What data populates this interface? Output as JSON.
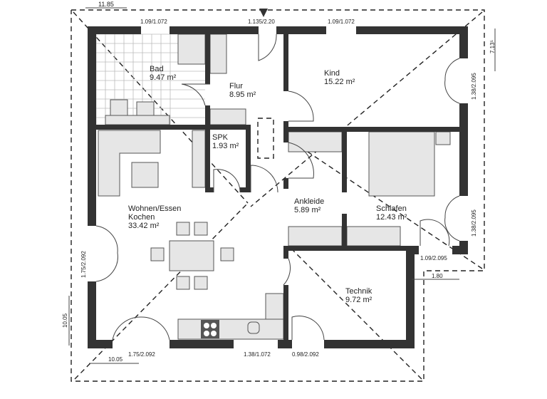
{
  "rooms": [
    {
      "name": "Bad",
      "area": "9.47 m²"
    },
    {
      "name": "Flur",
      "area": "8.95 m²"
    },
    {
      "name": "Kind",
      "area": "15.22 m²"
    },
    {
      "name": "SPK",
      "area": "1.93 m²"
    },
    {
      "name": "Wohnen/Essen",
      "name2": "Kochen",
      "area": "33.42 m²"
    },
    {
      "name": "Ankleide",
      "area": "5.89 m²"
    },
    {
      "name": "Schlafen",
      "area": "12.43 m²"
    },
    {
      "name": "Technik",
      "area": "9.72 m²"
    }
  ],
  "openings": {
    "bad_window": "1.09/1.072",
    "entrance_door": "1.135/2.20",
    "kind_window": "1.09/1.072",
    "kind_side_window": "1.38/2.095",
    "schlafen_side_window": "1.38/2.095",
    "schlafen_bottom_door": "1.09/2.095",
    "wohnen_side_door": "1.75/2.092",
    "wohnen_bottom_door": "1.75/2.092",
    "kitchen_window": "1.38/1.072",
    "technik_door": "0.98/2.092"
  },
  "dimensions": {
    "top_overhang": "11.85",
    "left_height": "10.05",
    "bottom_width": "10.05",
    "right_height": "7.13⁵",
    "right_step": "1.80"
  }
}
